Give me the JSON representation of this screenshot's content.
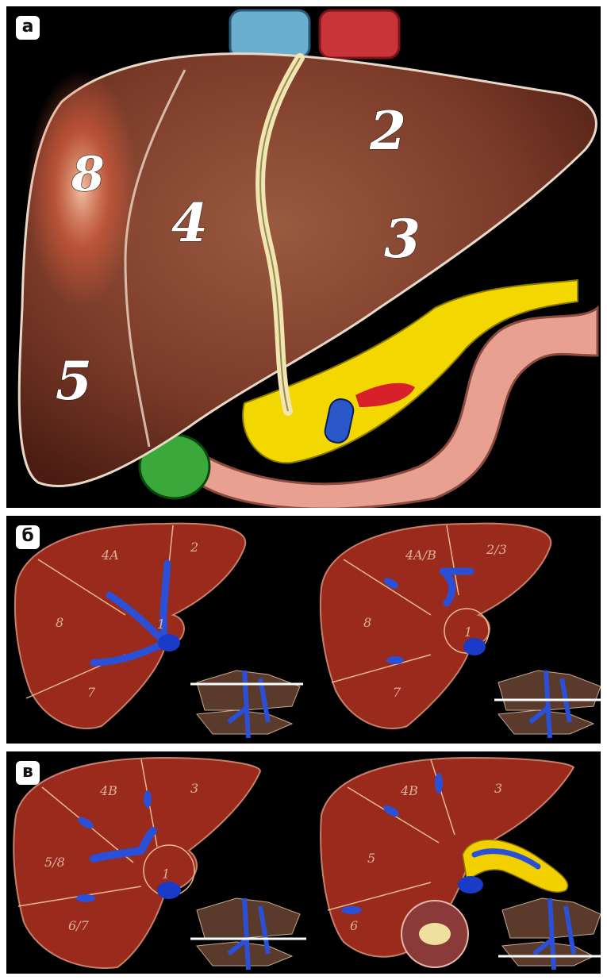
{
  "panels": {
    "a": {
      "badge": "а",
      "segments": [
        "8",
        "4",
        "2",
        "3",
        "5"
      ]
    },
    "b": {
      "badge": "б",
      "left": {
        "labels": [
          "4A",
          "2",
          "8",
          "1",
          "7"
        ]
      },
      "right": {
        "labels": [
          "4A/B",
          "2/3",
          "8",
          "1",
          "7"
        ]
      }
    },
    "c": {
      "badge": "в",
      "left": {
        "labels": [
          "4B",
          "3",
          "5/8",
          "1",
          "6/7"
        ]
      },
      "right": {
        "labels": [
          "4B",
          "3",
          "5",
          "6"
        ]
      }
    }
  }
}
